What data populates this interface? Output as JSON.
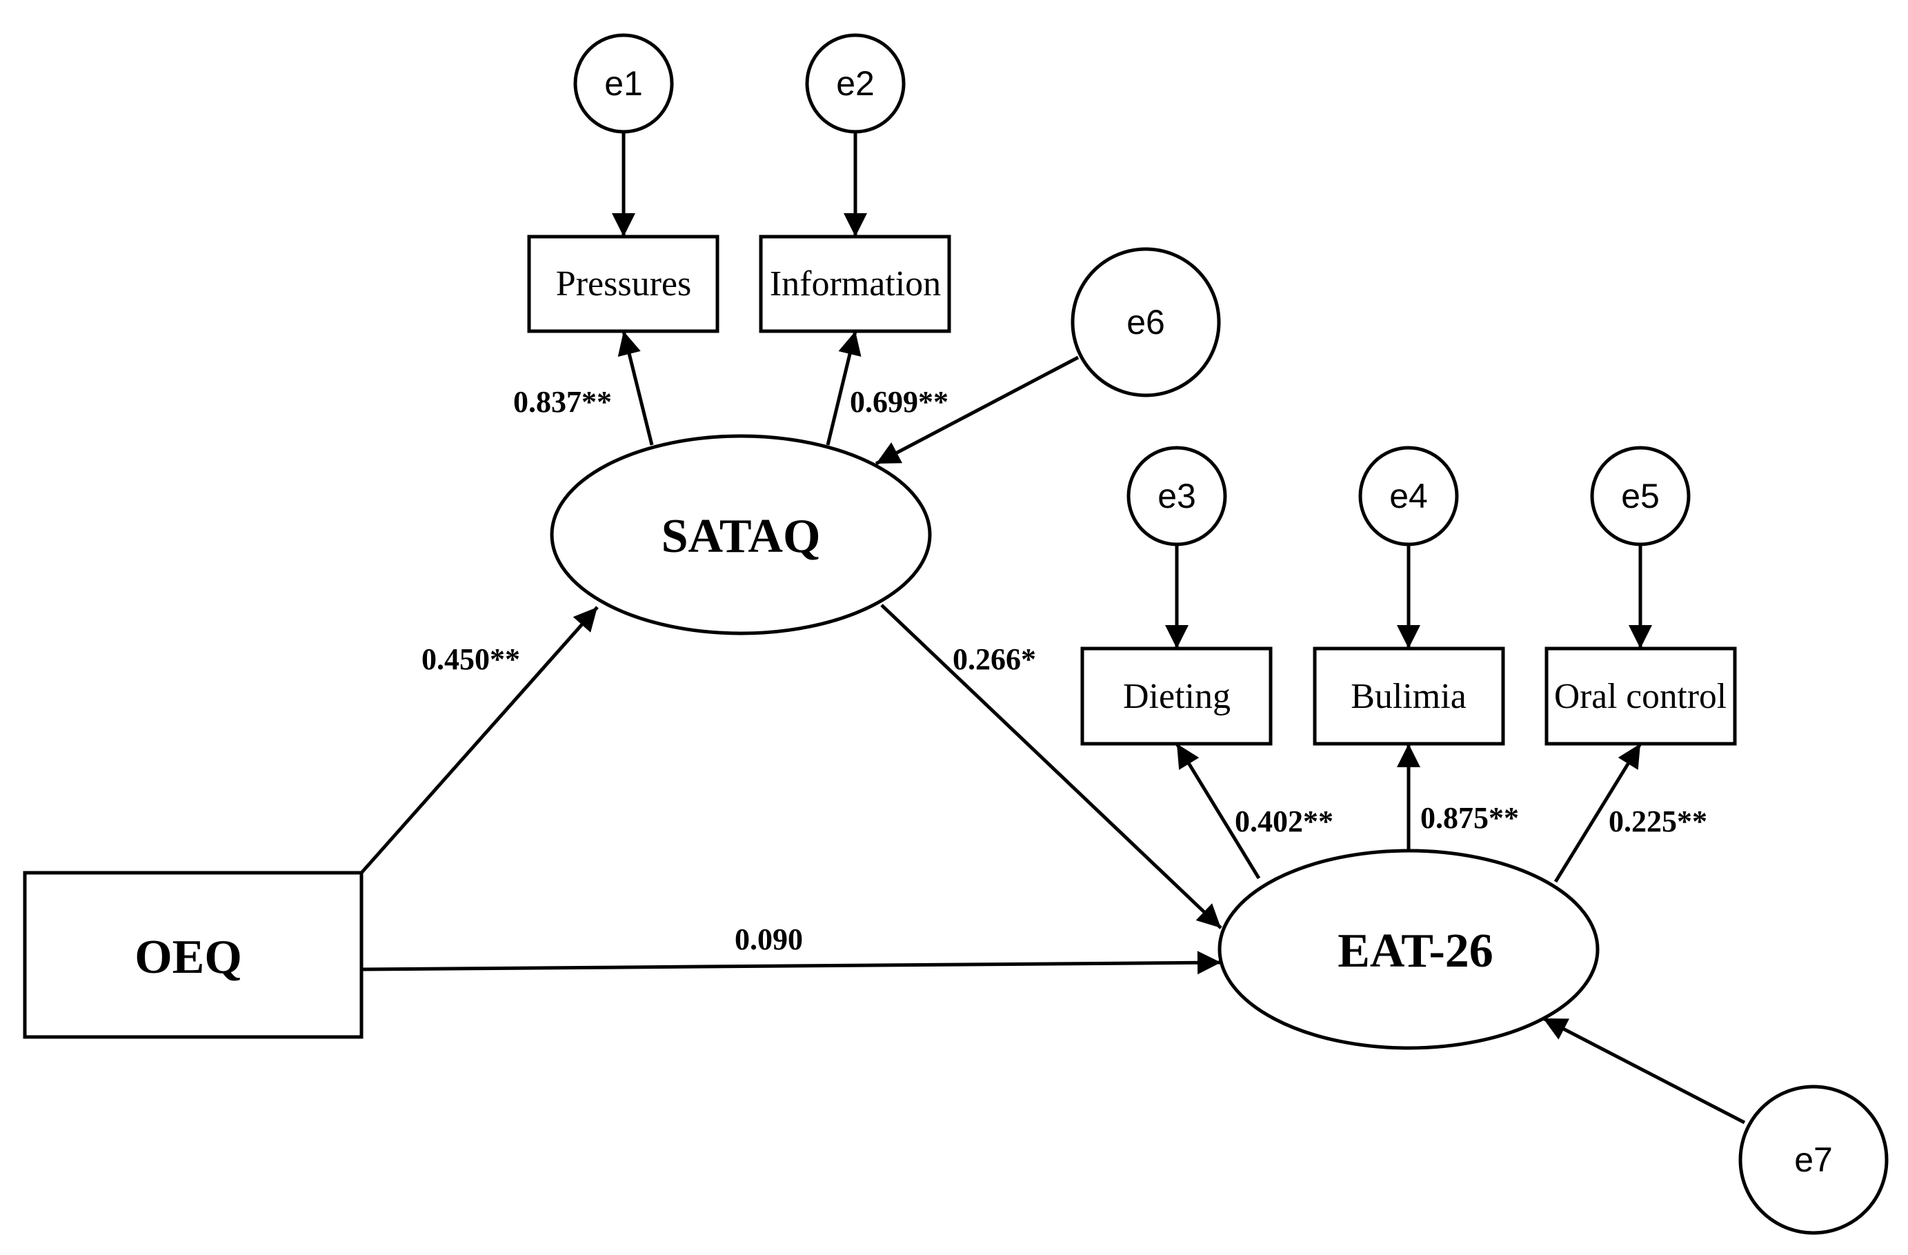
{
  "diagram": {
    "latent": {
      "sataq": "SATAQ",
      "eat26": "EAT-26"
    },
    "observed": {
      "oeq": "OEQ",
      "pressures": "Pressures",
      "information": "Information",
      "dieting": "Dieting",
      "bulimia": "Bulimia",
      "oral_control": "Oral control"
    },
    "errors": {
      "e1": "e1",
      "e2": "e2",
      "e3": "e3",
      "e4": "e4",
      "e5": "e5",
      "e6": "e6",
      "e7": "e7"
    },
    "paths": {
      "sataq_pressures": "0.837**",
      "sataq_information": "0.699**",
      "oeq_sataq": "0.450**",
      "sataq_eat26": "0.266*",
      "oeq_eat26": "0.090",
      "eat26_dieting": "0.402**",
      "eat26_bulimia": "0.875**",
      "eat26_oral_control": "0.225**"
    }
  }
}
